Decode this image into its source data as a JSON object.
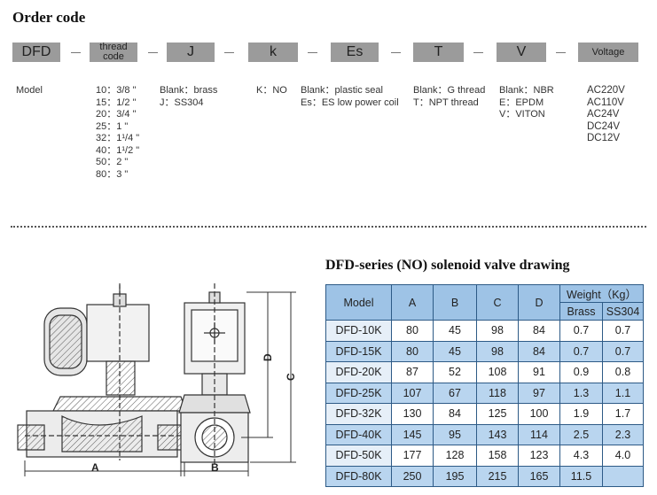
{
  "order_code": {
    "title": "Order code",
    "boxes": [
      "DFD",
      "thread code",
      "J",
      "k",
      "Es",
      "T",
      "V",
      "Voltage"
    ],
    "columns": {
      "model": [
        "Model"
      ],
      "thread": [
        "10：3/8 \"",
        "15：1/2 \"",
        "20：3/4 \"",
        "25：1 \"",
        "32：1¹/4 \"",
        "40：1¹/2 \"",
        "50：2 \"",
        "80：3 \""
      ],
      "body": [
        "Blank：brass",
        "J：SS304"
      ],
      "type": [
        "K：NO"
      ],
      "seal": [
        "Blank：plastic seal",
        "Es：ES low power coil"
      ],
      "connection": [
        "Blank：G thread",
        "T：NPT thread"
      ],
      "material": [
        "Blank：NBR",
        "E：EPDM",
        "V：VITON"
      ],
      "voltage": [
        "AC220V",
        "AC110V",
        "AC24V",
        "DC24V",
        "DC12V"
      ]
    }
  },
  "drawing": {
    "title": "DFD-series (NO) solenoid valve drawing",
    "dim_labels": [
      "A",
      "B",
      "C",
      "D"
    ]
  },
  "spec_table": {
    "header": {
      "model": "Model",
      "a": "A",
      "b": "B",
      "c": "C",
      "d": "D",
      "weight": "Weight（Kg）",
      "brass": "Brass",
      "ss304": "SS304"
    },
    "rows": [
      [
        "DFD-10K",
        "80",
        "45",
        "98",
        "84",
        "0.7",
        "0.7"
      ],
      [
        "DFD-15K",
        "80",
        "45",
        "98",
        "84",
        "0.7",
        "0.7"
      ],
      [
        "DFD-20K",
        "87",
        "52",
        "108",
        "91",
        "0.9",
        "0.8"
      ],
      [
        "DFD-25K",
        "107",
        "67",
        "118",
        "97",
        "1.3",
        "1.1"
      ],
      [
        "DFD-32K",
        "130",
        "84",
        "125",
        "100",
        "1.9",
        "1.7"
      ],
      [
        "DFD-40K",
        "145",
        "95",
        "143",
        "114",
        "2.5",
        "2.3"
      ],
      [
        "DFD-50K",
        "177",
        "128",
        "158",
        "123",
        "4.3",
        "4.0"
      ],
      [
        "DFD-80K",
        "250",
        "195",
        "215",
        "165",
        "11.5",
        ""
      ]
    ]
  }
}
